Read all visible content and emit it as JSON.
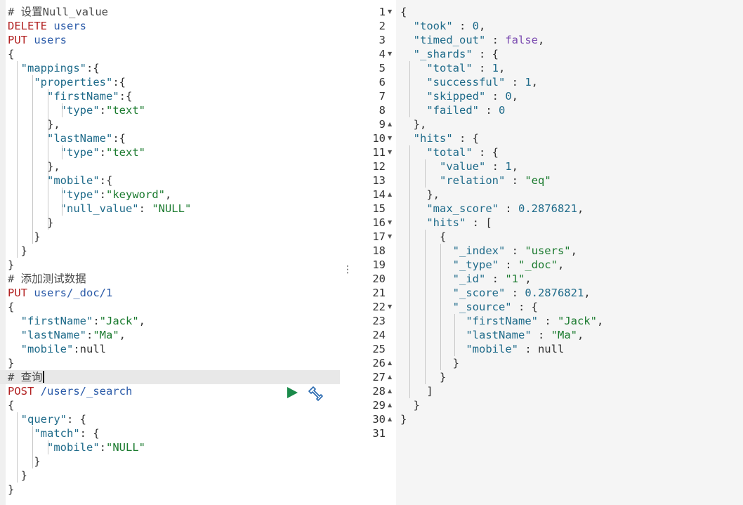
{
  "request_editor": {
    "lines": [
      [
        [
          "comment",
          "# 设置Null_value"
        ]
      ],
      [
        [
          "method",
          "DELETE"
        ],
        [
          "url",
          " users"
        ]
      ],
      [
        [
          "method",
          "PUT"
        ],
        [
          "url",
          " users"
        ]
      ],
      [
        [
          "punc",
          "{"
        ]
      ],
      [
        [
          "punc",
          "  "
        ],
        [
          "key",
          "\"mappings\""
        ],
        [
          "punc",
          ":{"
        ]
      ],
      [
        [
          "punc",
          "    "
        ],
        [
          "key",
          "\"properties\""
        ],
        [
          "punc",
          ":{"
        ]
      ],
      [
        [
          "punc",
          "      "
        ],
        [
          "key",
          "\"firstName\""
        ],
        [
          "punc",
          ":{"
        ]
      ],
      [
        [
          "punc",
          "        "
        ],
        [
          "key",
          "\"type\""
        ],
        [
          "punc",
          ":"
        ],
        [
          "str",
          "\"text\""
        ]
      ],
      [
        [
          "punc",
          "      },"
        ]
      ],
      [
        [
          "punc",
          "      "
        ],
        [
          "key",
          "\"lastName\""
        ],
        [
          "punc",
          ":{"
        ]
      ],
      [
        [
          "punc",
          "        "
        ],
        [
          "key",
          "\"type\""
        ],
        [
          "punc",
          ":"
        ],
        [
          "str",
          "\"text\""
        ]
      ],
      [
        [
          "punc",
          "      },"
        ]
      ],
      [
        [
          "punc",
          "      "
        ],
        [
          "key",
          "\"mobile\""
        ],
        [
          "punc",
          ":{"
        ]
      ],
      [
        [
          "punc",
          "        "
        ],
        [
          "key",
          "\"type\""
        ],
        [
          "punc",
          ":"
        ],
        [
          "str",
          "\"keyword\""
        ],
        [
          "punc",
          ","
        ]
      ],
      [
        [
          "punc",
          "        "
        ],
        [
          "key",
          "\"null_value\""
        ],
        [
          "punc",
          ": "
        ],
        [
          "str",
          "\"NULL\""
        ]
      ],
      [
        [
          "punc",
          "      }"
        ]
      ],
      [
        [
          "punc",
          "    }"
        ]
      ],
      [
        [
          "punc",
          "  }"
        ]
      ],
      [
        [
          "punc",
          "}"
        ]
      ],
      [
        [
          "comment",
          "# 添加测试数据"
        ]
      ],
      [
        [
          "method",
          "PUT"
        ],
        [
          "url",
          " users/_doc/1"
        ]
      ],
      [
        [
          "punc",
          "{"
        ]
      ],
      [
        [
          "punc",
          "  "
        ],
        [
          "key",
          "\"firstName\""
        ],
        [
          "punc",
          ":"
        ],
        [
          "str",
          "\"Jack\""
        ],
        [
          "punc",
          ","
        ]
      ],
      [
        [
          "punc",
          "  "
        ],
        [
          "key",
          "\"lastName\""
        ],
        [
          "punc",
          ":"
        ],
        [
          "str",
          "\"Ma\""
        ],
        [
          "punc",
          ","
        ]
      ],
      [
        [
          "punc",
          "  "
        ],
        [
          "key",
          "\"mobile\""
        ],
        [
          "punc",
          ":null"
        ]
      ],
      [
        [
          "punc",
          "}"
        ]
      ],
      [
        [
          "comment",
          "# 查询"
        ]
      ],
      [
        [
          "method",
          "POST"
        ],
        [
          "url",
          " /users/_search"
        ]
      ],
      [
        [
          "punc",
          "{"
        ]
      ],
      [
        [
          "punc",
          "  "
        ],
        [
          "key",
          "\"query\""
        ],
        [
          "punc",
          ": {"
        ]
      ],
      [
        [
          "punc",
          "    "
        ],
        [
          "key",
          "\"match\""
        ],
        [
          "punc",
          ": {"
        ]
      ],
      [
        [
          "punc",
          "      "
        ],
        [
          "key",
          "\"mobile\""
        ],
        [
          "punc",
          ":"
        ],
        [
          "str",
          "\"NULL\""
        ]
      ],
      [
        [
          "punc",
          "    }"
        ]
      ],
      [
        [
          "punc",
          "  }"
        ]
      ],
      [
        [
          "punc",
          "}"
        ]
      ]
    ],
    "current_line": 26,
    "actions": {
      "run": "play-icon",
      "settings": "wrench-icon"
    }
  },
  "response_viewer": {
    "lines": [
      [
        [
          "punc",
          "{"
        ]
      ],
      [
        [
          "punc",
          "  "
        ],
        [
          "key",
          "\"took\""
        ],
        [
          "punc",
          " : "
        ],
        [
          "num",
          "0"
        ],
        [
          "punc",
          ","
        ]
      ],
      [
        [
          "punc",
          "  "
        ],
        [
          "key",
          "\"timed_out\""
        ],
        [
          "punc",
          " : "
        ],
        [
          "bool",
          "false"
        ],
        [
          "punc",
          ","
        ]
      ],
      [
        [
          "punc",
          "  "
        ],
        [
          "key",
          "\"_shards\""
        ],
        [
          "punc",
          " : {"
        ]
      ],
      [
        [
          "punc",
          "    "
        ],
        [
          "key",
          "\"total\""
        ],
        [
          "punc",
          " : "
        ],
        [
          "num",
          "1"
        ],
        [
          "punc",
          ","
        ]
      ],
      [
        [
          "punc",
          "    "
        ],
        [
          "key",
          "\"successful\""
        ],
        [
          "punc",
          " : "
        ],
        [
          "num",
          "1"
        ],
        [
          "punc",
          ","
        ]
      ],
      [
        [
          "punc",
          "    "
        ],
        [
          "key",
          "\"skipped\""
        ],
        [
          "punc",
          " : "
        ],
        [
          "num",
          "0"
        ],
        [
          "punc",
          ","
        ]
      ],
      [
        [
          "punc",
          "    "
        ],
        [
          "key",
          "\"failed\""
        ],
        [
          "punc",
          " : "
        ],
        [
          "num",
          "0"
        ]
      ],
      [
        [
          "punc",
          "  },"
        ]
      ],
      [
        [
          "punc",
          "  "
        ],
        [
          "key",
          "\"hits\""
        ],
        [
          "punc",
          " : {"
        ]
      ],
      [
        [
          "punc",
          "    "
        ],
        [
          "key",
          "\"total\""
        ],
        [
          "punc",
          " : {"
        ]
      ],
      [
        [
          "punc",
          "      "
        ],
        [
          "key",
          "\"value\""
        ],
        [
          "punc",
          " : "
        ],
        [
          "num",
          "1"
        ],
        [
          "punc",
          ","
        ]
      ],
      [
        [
          "punc",
          "      "
        ],
        [
          "key",
          "\"relation\""
        ],
        [
          "punc",
          " : "
        ],
        [
          "str",
          "\"eq\""
        ]
      ],
      [
        [
          "punc",
          "    },"
        ]
      ],
      [
        [
          "punc",
          "    "
        ],
        [
          "key",
          "\"max_score\""
        ],
        [
          "punc",
          " : "
        ],
        [
          "num",
          "0.2876821"
        ],
        [
          "punc",
          ","
        ]
      ],
      [
        [
          "punc",
          "    "
        ],
        [
          "key",
          "\"hits\""
        ],
        [
          "punc",
          " : ["
        ]
      ],
      [
        [
          "punc",
          "      {"
        ]
      ],
      [
        [
          "punc",
          "        "
        ],
        [
          "key",
          "\"_index\""
        ],
        [
          "punc",
          " : "
        ],
        [
          "str",
          "\"users\""
        ],
        [
          "punc",
          ","
        ]
      ],
      [
        [
          "punc",
          "        "
        ],
        [
          "key",
          "\"_type\""
        ],
        [
          "punc",
          " : "
        ],
        [
          "str",
          "\"_doc\""
        ],
        [
          "punc",
          ","
        ]
      ],
      [
        [
          "punc",
          "        "
        ],
        [
          "key",
          "\"_id\""
        ],
        [
          "punc",
          " : "
        ],
        [
          "str",
          "\"1\""
        ],
        [
          "punc",
          ","
        ]
      ],
      [
        [
          "punc",
          "        "
        ],
        [
          "key",
          "\"_score\""
        ],
        [
          "punc",
          " : "
        ],
        [
          "num",
          "0.2876821"
        ],
        [
          "punc",
          ","
        ]
      ],
      [
        [
          "punc",
          "        "
        ],
        [
          "key",
          "\"_source\""
        ],
        [
          "punc",
          " : {"
        ]
      ],
      [
        [
          "punc",
          "          "
        ],
        [
          "key",
          "\"firstName\""
        ],
        [
          "punc",
          " : "
        ],
        [
          "str",
          "\"Jack\""
        ],
        [
          "punc",
          ","
        ]
      ],
      [
        [
          "punc",
          "          "
        ],
        [
          "key",
          "\"lastName\""
        ],
        [
          "punc",
          " : "
        ],
        [
          "str",
          "\"Ma\""
        ],
        [
          "punc",
          ","
        ]
      ],
      [
        [
          "punc",
          "          "
        ],
        [
          "key",
          "\"mobile\""
        ],
        [
          "punc",
          " : null"
        ]
      ],
      [
        [
          "punc",
          "        }"
        ]
      ],
      [
        [
          "punc",
          "      }"
        ]
      ],
      [
        [
          "punc",
          "    ]"
        ]
      ],
      [
        [
          "punc",
          "  }"
        ]
      ],
      [
        [
          "punc",
          "}"
        ]
      ],
      []
    ],
    "line_numbers": [
      "1",
      "2",
      "3",
      "4",
      "5",
      "6",
      "7",
      "8",
      "9",
      "10",
      "11",
      "12",
      "13",
      "14",
      "15",
      "16",
      "17",
      "18",
      "19",
      "20",
      "21",
      "22",
      "23",
      "24",
      "25",
      "26",
      "27",
      "28",
      "29",
      "30",
      "31"
    ],
    "fold_markers": {
      "1": "down",
      "4": "down",
      "9": "up",
      "10": "down",
      "11": "down",
      "14": "up",
      "16": "down",
      "17": "down",
      "22": "down",
      "26": "up",
      "27": "up",
      "28": "up",
      "29": "up",
      "30": "up"
    }
  },
  "colors": {
    "method": "#b22222",
    "key": "#1f6b8a",
    "string": "#1a7a2e",
    "boolean": "#7a4ab0",
    "response_bg": "#f5f5f5"
  }
}
